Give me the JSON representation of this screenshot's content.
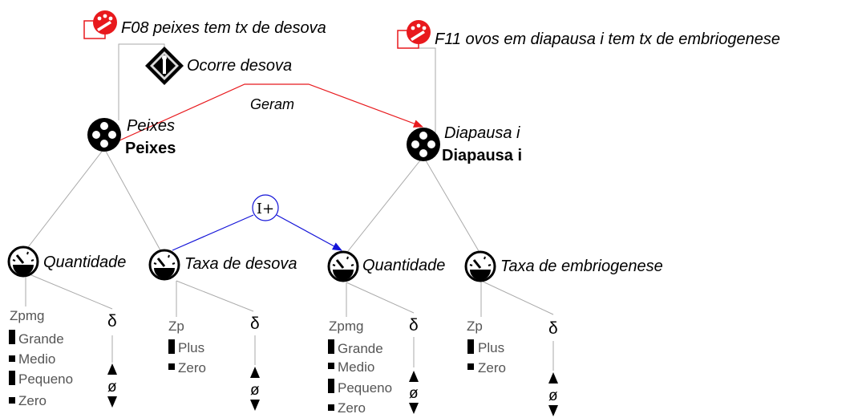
{
  "scenarios": {
    "f08": "F08 peixes tem tx de desova",
    "f11": "F11 ovos em diapausa i tem tx de embriogenese"
  },
  "process": {
    "ocorre": "Ocorre desova"
  },
  "relation": {
    "geram": "Geram"
  },
  "influence": {
    "label": "I+"
  },
  "entities": {
    "peixes": {
      "italic": "Peixes",
      "bold": "Peixes"
    },
    "diapausa": {
      "italic": "Diapausa i",
      "bold": "Diapausa i"
    }
  },
  "quantities": {
    "peixes_qtd": {
      "label": "Quantidade",
      "space": "Zpmg",
      "values": [
        "Grande",
        "Medio",
        "Pequeno",
        "Zero"
      ],
      "delta": "δ",
      "derivative": "ø"
    },
    "peixes_tx": {
      "label": "Taxa de desova",
      "space": "Zp",
      "values": [
        "Plus",
        "Zero"
      ],
      "delta": "δ",
      "derivative": "ø"
    },
    "diap_qtd": {
      "label": "Quantidade",
      "space": "Zpmg",
      "values": [
        "Grande",
        "Medio",
        "Pequeno",
        "Zero"
      ],
      "delta": "δ",
      "derivative": "ø"
    },
    "diap_tx": {
      "label": "Taxa de embriogenese",
      "space": "Zp",
      "values": [
        "Plus",
        "Zero"
      ],
      "delta": "δ",
      "derivative": "ø"
    }
  },
  "colors": {
    "relation": "#e8191d",
    "influence": "#1414d8",
    "scenario_icon": "#e8191d",
    "tree_line": "#aaaaaa",
    "icon": "#000000"
  }
}
